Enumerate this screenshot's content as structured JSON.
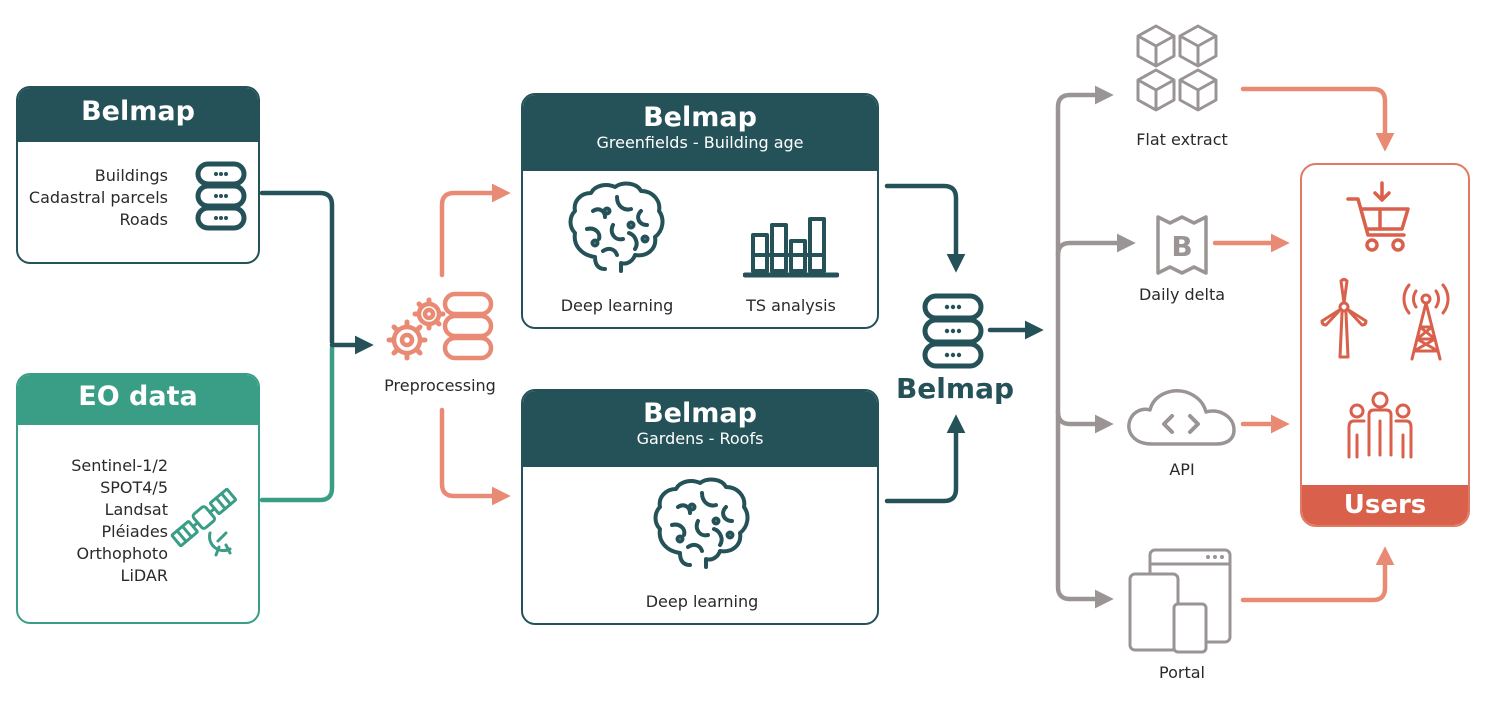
{
  "colors": {
    "dark_teal": "#245258",
    "green": "#3a9d85",
    "salmon": "#e88a74",
    "red": "#d9614c",
    "grey": "#9a9594"
  },
  "sources": {
    "belmap": {
      "title": "Belmap",
      "items": [
        "Buildings",
        "Cadastral parcels",
        "Roads"
      ],
      "icon": "database-icon"
    },
    "eo": {
      "title": "EO data",
      "items": [
        "Sentinel-1/2",
        "SPOT4/5",
        "Landsat",
        "Pléiades",
        "Orthophoto",
        "LiDAR"
      ],
      "icon": "satellite-icon"
    }
  },
  "preprocessing": {
    "label": "Preprocessing",
    "icon": "gears-database-icon"
  },
  "models": {
    "greenfields": {
      "title": "Belmap",
      "subtitle": "Greenfields - Building age",
      "methods": [
        {
          "label": "Deep learning",
          "icon": "brain-icon"
        },
        {
          "label": "TS analysis",
          "icon": "bar-chart-icon"
        }
      ]
    },
    "gardens": {
      "title": "Belmap",
      "subtitle": "Gardens - Roofs",
      "methods": [
        {
          "label": "Deep learning",
          "icon": "brain-icon"
        }
      ]
    }
  },
  "central": {
    "label": "Belmap",
    "icon": "database-icon"
  },
  "outputs": [
    {
      "label": "Flat extract",
      "icon": "cubes-icon"
    },
    {
      "label": "Daily delta",
      "icon": "b-tag-icon"
    },
    {
      "label": "API",
      "icon": "cloud-code-icon"
    },
    {
      "label": "Portal",
      "icon": "devices-icon"
    }
  ],
  "users": {
    "label": "Users",
    "icons": [
      "shopping-cart-icon",
      "wind-turbine-icon",
      "antenna-tower-icon",
      "people-group-icon"
    ]
  }
}
